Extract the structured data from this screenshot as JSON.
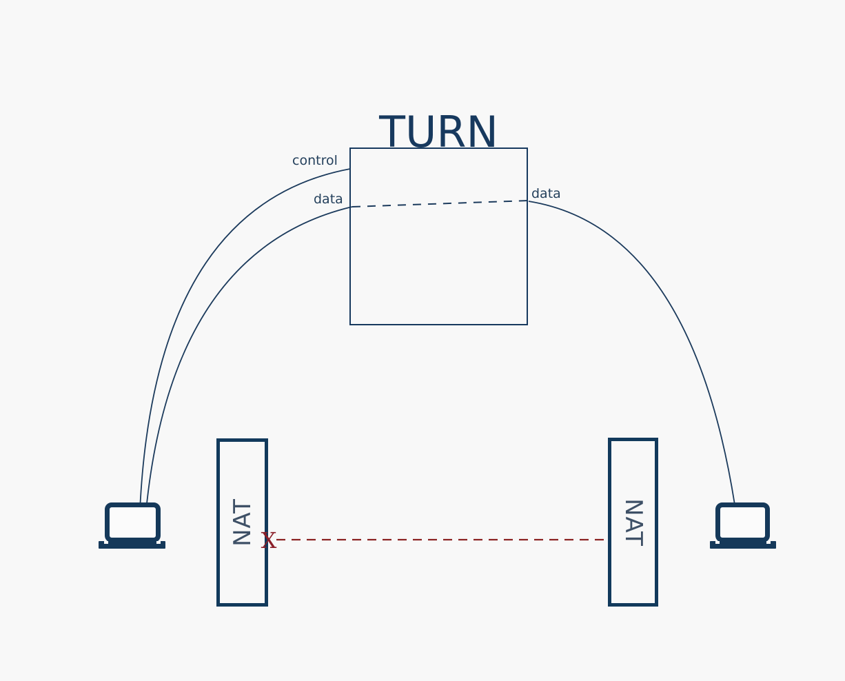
{
  "diagram": {
    "title": "TURN",
    "type": "turn-relay-network-diagram"
  },
  "turn_server": {
    "label": "TURN"
  },
  "connections": {
    "control_label": "control",
    "data_left_label": "data",
    "data_right_label": "data"
  },
  "nat_left": {
    "label": "NAT"
  },
  "nat_right": {
    "label": "NAT"
  },
  "blocked_marker": {
    "symbol": "X"
  },
  "colors": {
    "background": "#f8f8f8",
    "primary_navy": "#17395e",
    "nat_text": "#3e5066",
    "blocked_red": "#8b1f29",
    "blocked_line_red": "#8b2222"
  }
}
